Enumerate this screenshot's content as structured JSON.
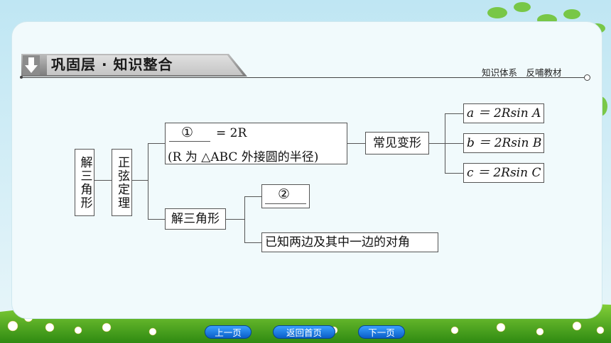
{
  "header": {
    "title": "巩固层 · 知识整合",
    "subtitle": "知识体系　反哺教材",
    "icon": "down-arrow-icon"
  },
  "diagram": {
    "root": "解三角形",
    "theorem": "正弦定理",
    "formula_blank": "①",
    "formula_rhs": "= 2R",
    "formula_note": "(R 为 △ABC 外接圆的半径)",
    "common_forms_label": "常见变形",
    "forms": [
      "a ＝ 2Rsin A",
      "b ＝ 2Rsin B",
      "c ＝ 2Rsin C"
    ],
    "solve_label": "解三角形",
    "solve_case_blank": "②",
    "solve_case_2": "已知两边及其中一边的对角"
  },
  "nav": {
    "prev": "上一页",
    "home": "返回首页",
    "next": "下一页"
  },
  "colors": {
    "nav_button": "#1a78e0",
    "header_band": "#7a7a7a",
    "grass": "#4caf1e",
    "sky": "#cfeaf5"
  }
}
